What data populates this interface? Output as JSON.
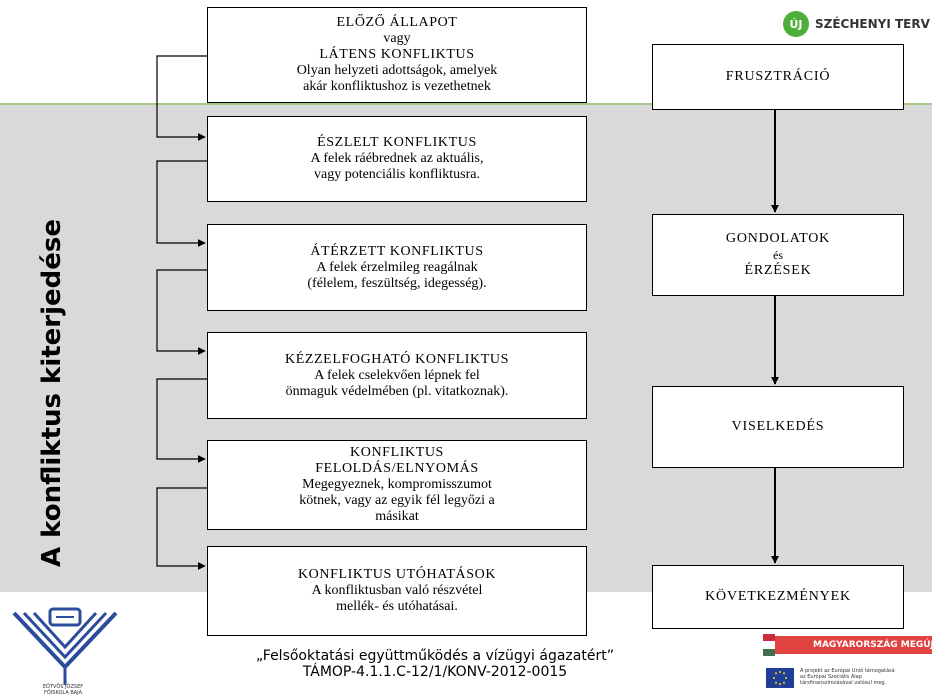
{
  "side_title": "A konfliktus kiterjedése",
  "left_boxes": [
    {
      "lines": [
        "ELŐZŐ ÁLLAPOT",
        "vagy",
        "LÁTENS KONFLIKTUS",
        "Olyan helyzeti adottságok, amelyek",
        "akár konfliktushoz is vezethetnek"
      ]
    },
    {
      "lines": [
        "ÉSZLELT KONFLIKTUS",
        "A felek ráébrednek az aktuális,",
        "vagy potenciális konfliktusra."
      ]
    },
    {
      "lines": [
        "ÁTÉRZETT KONFLIKTUS",
        "A felek érzelmileg reagálnak",
        "(félelem, feszültség, idegesség)."
      ]
    },
    {
      "lines": [
        "KÉZZELFOGHATÓ KONFLIKTUS",
        "A felek cselekvően lépnek fel",
        "önmaguk védelmében (pl. vitatkoznak)."
      ]
    },
    {
      "lines": [
        "KONFLIKTUS",
        "FELOLDÁS/ELNYOMÁS",
        "Megegyeznek, kompromisszumot",
        "kötnek, vagy az egyik fél legyőzi a",
        "másikat"
      ]
    },
    {
      "lines": [
        "KONFLIKTUS UTÓHATÁSOK",
        "A konfliktusban való részvétel",
        "mellék- és utóhatásai."
      ]
    }
  ],
  "right_boxes": {
    "frustration": "FRUSZTRÁCIÓ",
    "thoughts_title": "GONDOLATOK",
    "thoughts_and": "és",
    "thoughts_feelings": "ÉRZÉSEK",
    "behavior": "VISELKEDÉS",
    "consequences": "KÖVETKEZMÉNYEK"
  },
  "logos": {
    "szechenyi_badge": "ÚJ",
    "szechenyi_text": "SZÉCHENYI TERV",
    "ejf_caption": [
      "EÖTVÖS JÓZSEF",
      "FŐISKOLA BAJA"
    ],
    "mm_text": "MAGYARORSZÁG MEGÚJUL",
    "eu_text": [
      "A projekt az Európai Unió támogatásá",
      "az Európai Szociális Alap",
      "társfinanszírozásával valósul meg."
    ]
  },
  "footer": {
    "line1": "„Felsőoktatási együttműködés a vízügyi ágazatért”",
    "line2": "TÁMOP-4.1.1.C-12/1/KONV-2012-0015"
  },
  "colors": {
    "band": "#d9d9d9",
    "accent_green": "#4caf3a",
    "mm_red": "#e0423f",
    "eu_blue": "#1f3f99",
    "ejf_blue": "#2b4c9c"
  }
}
